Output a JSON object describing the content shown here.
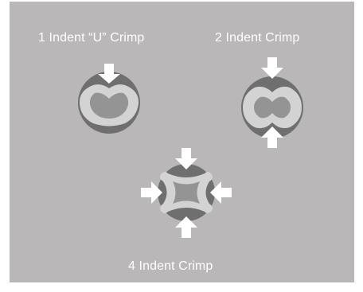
{
  "labels": {
    "one_indent": "1 Indent “U” Crimp",
    "two_indent": "2 Indent Crimp",
    "four_indent": "4 Indent Crimp"
  },
  "colors": {
    "background": "#b9b7b8",
    "outer_ring": "#6f6f6f",
    "inner_fill": "#949494",
    "conductor_band": "#d3d3d3",
    "arrow": "#ffffff",
    "text": "#ffffff"
  },
  "icons": {
    "arrow": "arrow-icon"
  }
}
